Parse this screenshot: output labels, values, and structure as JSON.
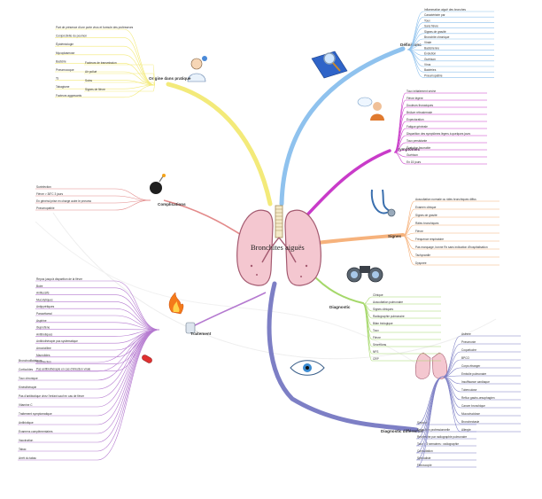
{
  "center": {
    "title": "Bronchites aiguës"
  },
  "colors": {
    "yellow": "#f3ea7a",
    "blue": "#8fc2ee",
    "magenta": "#c93bc9",
    "orange": "#f6b27c",
    "green": "#a5d86a",
    "navy": "#7d7fc5",
    "red": "#e38b8b",
    "purple": "#b57ad0",
    "lung": "#f4c7d0",
    "lung_edge": "#a45a70"
  },
  "branches": {
    "top_left": {
      "label": "Origine dans pratique",
      "icon": "doctor-icon",
      "items": [
        "Part de présence d'une porte virus et formule des professeurs",
        "Conjonctivite du poumon",
        "Épidémiologie",
        "Mycoplasmose",
        "Bactérie",
        "Pneumocoque",
        "Ts",
        "Tabagisme",
        "Facteurs aggravants",
        "Facteurs de transmission",
        "Air pollué",
        "Soins",
        "Signes de fièvre"
      ]
    },
    "top_right": {
      "label": "Définitions",
      "icon": "magnifier-book-icon",
      "items": [
        "Inflammation aiguë des bronches",
        "Caractérisée par",
        "Toux",
        "Sans fièvre",
        "Signes de gravité",
        "Bronchite chronique",
        "Virale",
        "Bactérienne",
        "Évolution",
        "Guérison",
        "Virus",
        "Bactéries",
        "Pneumopathie"
      ]
    },
    "symptoms": {
      "label": "Symptômes",
      "icon": "person-speech-icon",
      "items": [
        "Toux initialement sèche",
        "Fièvre légère",
        "Douleurs thoraciques",
        "Brûlure rétrosternale",
        "Expectoration",
        "Fatigue générale",
        "Disparition des symptômes lègers à quelques jours",
        "Toux persistante",
        "Évolution favorable",
        "Guérison",
        "En 15 jours"
      ]
    },
    "signs": {
      "label": "Signes",
      "icon": "stethoscope-icon",
      "items": [
        "Auscultation normale ou râles bronchiques diffus",
        "Examen clinique",
        "Signes de gravité",
        "Râles bronchiques",
        "Fièvre",
        "Fréquence respiratoire",
        "Pas marquage, bonne Rx sans indication d'hospitalisation",
        "Tachycardie",
        "Dyspnée"
      ]
    },
    "diagnosis": {
      "label": "Diagnostic",
      "icon": "binoculars-icon",
      "items": [
        "Clinique",
        "Auscultation pulmonaire",
        "Signes cliniques",
        "Radiographie pulmonaire",
        "Bilan biologique",
        "Toux",
        "Fièvre",
        "Sécrétions",
        "NFS",
        "CRP"
      ]
    },
    "differential": {
      "label": "Diagnostic différentiel",
      "icon": "eye-icon",
      "items": [
        "Asthme",
        "Pneumonie",
        "Coqueluche",
        "BPCO",
        "Corps étranger",
        "Embolie pulmonaire",
        "Insuffisance cardiaque",
        "Tuberculose",
        "Reflux gastro-œsophagien",
        "Cancer bronchique",
        "Mucoviscidose",
        "Bronchectasie",
        "Allergie",
        "Sinusite",
        "Exposition professionnelle",
        "Recherche par radiographie pulmonaire",
        "Toux > 3 semaines : radiographie",
        "Consultation",
        "Spécialiste",
        "Fibroscopie"
      ]
    },
    "complications": {
      "label": "Complications",
      "icon": "bomb-icon",
      "items": [
        "Surinfection",
        "Fièvre > 38°C 3 jours",
        "En général prise en charge autre le pneumo",
        "Pneumopathie"
      ]
    },
    "treatment": {
      "label": "Traitement",
      "icon": "fire-pills-icon",
      "items": [
        "Repos jusqu'à disparition de la fièvre",
        "Boire",
        "Antitussifs",
        "Mucolytiques",
        "Antipyrétiques",
        "Paracétamol",
        "Aspirine",
        "Ibuprofène",
        "Antibiotiques",
        "Antibiothérapie pas systématique",
        "Amoxicilline",
        "Macrolides",
        "Surinfection",
        "Pas antibiothérapie en cas d'infection virale",
        "Bronchodilatateurs",
        "Corticoïdes",
        "Toux chronique",
        "Kinésithérapie",
        "Pas d'antibiotique chez l'enfant sauf en cas de fièvre",
        "Vitamine C",
        "Traitement symptomatique",
        "Antibiotique",
        "Examens complémentaires",
        "Vaccination",
        "Tabac",
        "Arrêt du tabac"
      ]
    }
  }
}
